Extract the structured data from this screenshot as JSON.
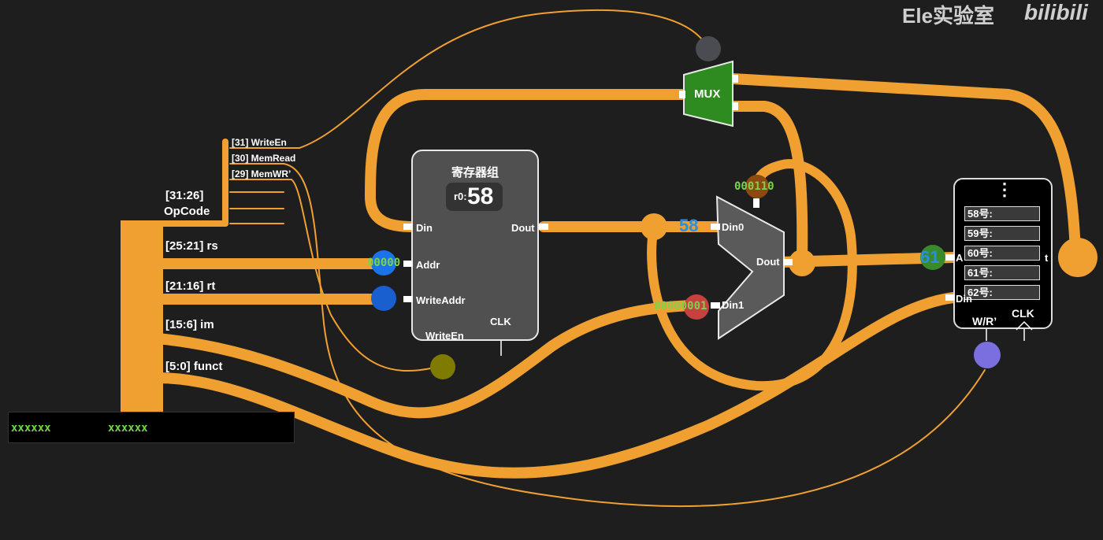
{
  "watermark": {
    "channel": "Ele实验室",
    "platform": "bilibili"
  },
  "control_lines": [
    "[31] WriteEn",
    "[30] MemRead",
    "[29] MemWR’"
  ],
  "opcode": {
    "bits": "[31:26]",
    "name": "OpCode"
  },
  "fields": [
    "[25:21] rs",
    "[21:16] rt",
    "[15:6] im",
    "[5:0] funct"
  ],
  "instruction_bar": {
    "left": "xxxxxx",
    "right": "xxxxxx"
  },
  "register_file": {
    "title": "寄存器组",
    "reg_name": "r0:",
    "reg_value": "58",
    "ports": {
      "din": "Din",
      "dout": "Dout",
      "addr": "Addr",
      "write_addr": "WriteAddr",
      "write_en": "WriteEn",
      "clk": "CLK"
    }
  },
  "addr_value": "00000",
  "mux_top": {
    "label": "MUX"
  },
  "mux_main": {
    "din0": "Din0",
    "din1": "Din1",
    "dout": "Dout",
    "select_value": "000110",
    "din0_value": "58",
    "din1_value": "00000001"
  },
  "memory": {
    "ellipsis": "⋮",
    "cells": [
      "58号:",
      "59号:",
      "60号:",
      "61号:",
      "62号:"
    ],
    "ports": {
      "addr": "A",
      "dout": "t",
      "din": "Din",
      "wr": "W/R’",
      "clk": "CLK"
    },
    "addr_value": "61"
  },
  "colors": {
    "wire": "#f0a030",
    "background": "#1e1e1e",
    "mux_green": "#2e8b1f",
    "signal_green": "#7cd24c",
    "signal_blue": "#2b8fe0"
  }
}
